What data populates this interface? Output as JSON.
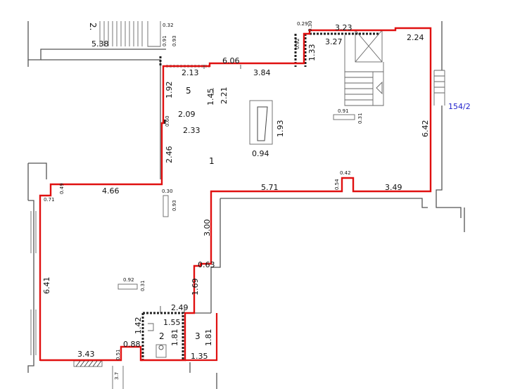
{
  "colors": {
    "boundary": "#e01010",
    "wall": "#555555",
    "text": "#111111",
    "annotation_blue": "#2222cc",
    "hatch": "#222222"
  },
  "plan": {
    "plot_number": "154/2",
    "rooms": [
      {
        "number": "1"
      },
      {
        "number": "2"
      },
      {
        "number": "3"
      },
      {
        "number": "5"
      }
    ],
    "neighbor_label": "2.",
    "dimensions": [
      "5.38",
      "6.06",
      "2.13",
      "3.84",
      "1.92",
      "1.45",
      "2.21",
      "2.09",
      "2.33",
      "2.46",
      "4.66",
      "5.71",
      "3.49",
      "6.42",
      "3.23",
      "3.27",
      "2.24",
      "1.33",
      "1.93",
      "0.94",
      "3.00",
      "0.63",
      "1.69",
      "6.41",
      "2.49",
      "1.42",
      "1.55",
      "1.81",
      "1.81",
      "0.88",
      "3.43",
      "1.35"
    ],
    "small_dimensions": [
      "0.32",
      "0.91",
      "0.93",
      "0.92",
      "0.30",
      "0.29",
      "0.42",
      "0.54",
      "0.91",
      "0.31",
      "0.30",
      "0.93",
      "0.92",
      "0.31",
      "0.49",
      "0.71",
      "0.51",
      "0.60",
      "3.7"
    ]
  }
}
